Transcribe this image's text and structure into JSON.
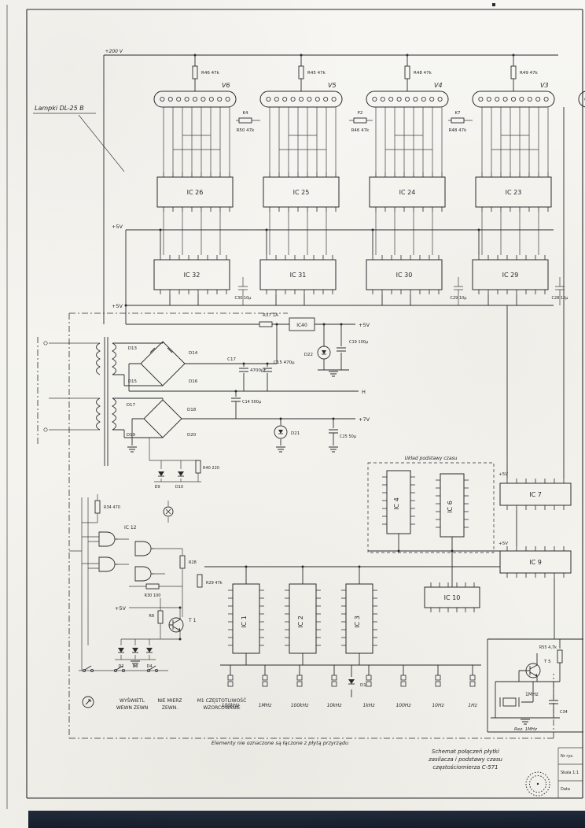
{
  "notes": {
    "tube_type": "Lampki DL-25 B",
    "rail_200": "+200 V",
    "rail_5_row": "+5V",
    "rail_5_bus": "+5V",
    "rail_5_logic": "+5V",
    "tb_5v_a": "+5V",
    "tb_5v_b": "+5V",
    "timebase_title": "Układ podstawy czasu",
    "xtal_note": "Rez. 1MHz",
    "caption": "Elementy nie oznaczone są łączone z płytą przyrządu"
  },
  "tubes": [
    {
      "name": "V6",
      "res": "R46 47k"
    },
    {
      "name": "V5",
      "res": "R45 47k"
    },
    {
      "name": "V4",
      "res": "R48 47k"
    },
    {
      "name": "V3",
      "res": "R49 47k"
    }
  ],
  "ics": {
    "row1": [
      "IC 26",
      "IC 25",
      "IC 24",
      "IC 23"
    ],
    "row2": [
      "IC 32",
      "IC 31",
      "IC 30",
      "IC 29"
    ],
    "counters": [
      "IC 1",
      "IC 2",
      "IC 3"
    ],
    "timebase": [
      "IC 4",
      "IC 6",
      "IC 7",
      "IC 9",
      "IC 10"
    ],
    "regulator": "IC40"
  },
  "psu": {
    "bridge1": [
      "D13",
      "D14",
      "D15",
      "D16"
    ],
    "bridge2": [
      "D17",
      "D18",
      "D19",
      "D20"
    ],
    "out_5v": "+5V",
    "out_h": "H",
    "out_7v": "+7V"
  },
  "freq_row": [
    "100kHz",
    "1MHz",
    "100kHz",
    "10kHz",
    "1kHz",
    "100Hz",
    "10Hz",
    "1Hz"
  ],
  "switch_labels": {
    "s1a": "WYŚWIETL",
    "s1b": "WEWN  ZEWN",
    "s2a": "NIE MIERZ",
    "s2b": "ZEWN.",
    "s3a": "M1 CZĘSTOTLIWOŚĆ",
    "s3b": "WZORCOWANIE"
  },
  "misc": [
    "K4",
    "R50 47k",
    "P2",
    "R46 47k",
    "K7",
    "R48 47k",
    "C30 10µ",
    "C29 10µ",
    "C28 10µ",
    "R37 1A",
    "C17",
    "4700µF",
    "C15 470µ",
    "C19 100µ",
    "D22",
    "D21",
    "C14 500µ",
    "C25 50µ",
    "R40 220",
    "D9",
    "D10",
    "R34 470",
    "R28",
    "R30 100",
    "R29 47k",
    "R8",
    "D2",
    "D3",
    "D4",
    "D1",
    "R55 4,7k",
    "C34",
    "1MHz",
    "T 1",
    "IC 12",
    "T 5"
  ],
  "titleblock": {
    "line1": "Schemat połączeń płytki",
    "line2": "zasilacza i podstawy czasu",
    "line3": "częstościomierza C-571",
    "rows": [
      "Nr rys.",
      "Skala 1:1",
      "Data"
    ]
  }
}
